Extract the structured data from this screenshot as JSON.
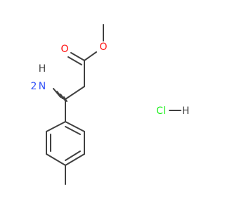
{
  "molecule": {
    "atoms": {
      "ester_oxygen": "O",
      "carbonyl_oxygen": "O",
      "amine_h": "H",
      "amine_n": "N",
      "amine_h_sub": "2",
      "hcl_cl": "Cl",
      "hcl_h": "H"
    }
  },
  "colors": {
    "bond": "#404040",
    "oxygen": "#ff0d0d",
    "nitrogen": "#3050f8",
    "chlorine": "#1ff01f",
    "hydrogen": "#404040"
  }
}
